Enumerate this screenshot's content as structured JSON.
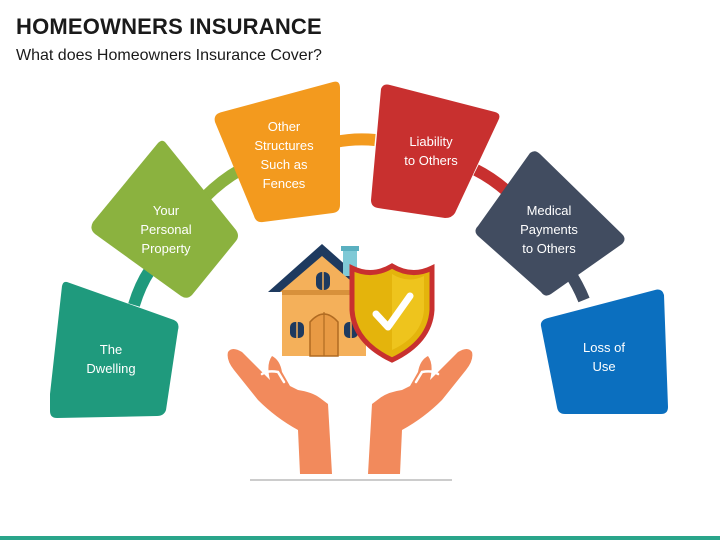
{
  "header": {
    "title": "HOMEOWNERS INSURANCE",
    "subtitle": "What does Homeowners Insurance Cover?"
  },
  "coverages": [
    {
      "lines": [
        "The",
        "Dwelling"
      ],
      "color": "#1f9a7d"
    },
    {
      "lines": [
        "Your",
        "Personal",
        "Property"
      ],
      "color": "#8bb23f"
    },
    {
      "lines": [
        "Other",
        "Structures",
        "Such as",
        "Fences"
      ],
      "color": "#f39a1e"
    },
    {
      "lines": [
        "Liability",
        "to Others"
      ],
      "color": "#c8302f"
    },
    {
      "lines": [
        "Medical",
        "Payments",
        "to Others"
      ],
      "color": "#414c60"
    },
    {
      "lines": [
        "Loss of",
        "Use"
      ],
      "color": "#0b6fbf"
    }
  ],
  "icons": {
    "house": "house-icon",
    "shield": "shield-check-icon",
    "hands": "hands-icon"
  }
}
